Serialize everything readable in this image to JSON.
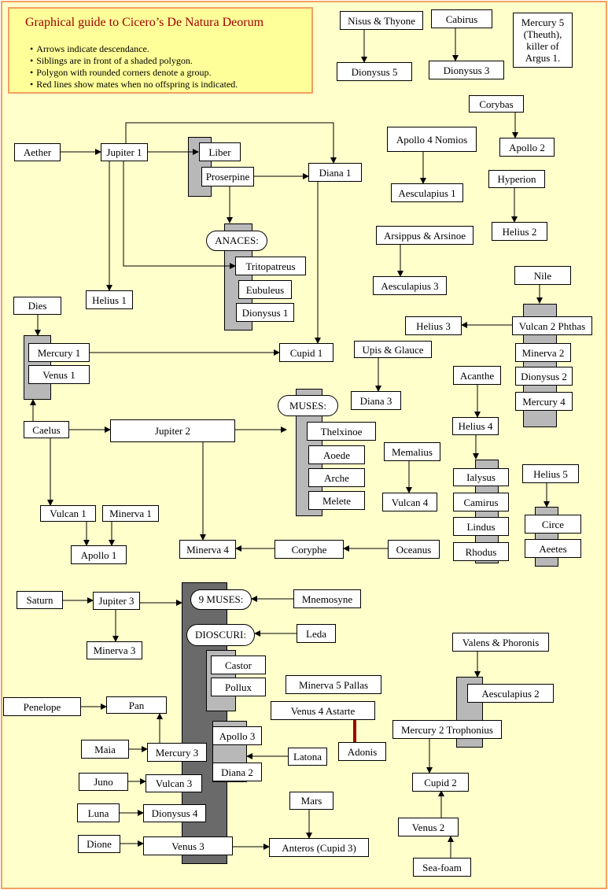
{
  "title": "Graphical guide to Cicero’s De Natura Deorum",
  "legend": [
    "Arrows indicate descendance.",
    "Siblings are in front of a shaded polygon.",
    "Polygon with rounded corners denote a group.",
    "Red lines show mates when no offspring is indicated."
  ],
  "nodes": [
    {
      "id": "nisus_thyone",
      "label": "Nisus & Thyone"
    },
    {
      "id": "dionysus5",
      "label": "Dionysus 5"
    },
    {
      "id": "cabirus",
      "label": "Cabirus"
    },
    {
      "id": "dionysus3",
      "label": "Dionysus 3"
    },
    {
      "id": "mercury5",
      "label": "Mercury 5 (Theuth), killer of Argus 1."
    },
    {
      "id": "aether",
      "label": "Aether"
    },
    {
      "id": "jupiter1",
      "label": "Jupiter 1"
    },
    {
      "id": "liber",
      "label": "Liber"
    },
    {
      "id": "proserpine",
      "label": "Proserpine"
    },
    {
      "id": "diana1",
      "label": "Diana 1"
    },
    {
      "id": "tritopatreus",
      "label": "Tritopatreus"
    },
    {
      "id": "eubuleus",
      "label": "Eubuleus"
    },
    {
      "id": "dionysus1",
      "label": "Dionysus 1"
    },
    {
      "id": "helius1",
      "label": "Helius 1"
    },
    {
      "id": "dies",
      "label": "Dies"
    },
    {
      "id": "mercury1",
      "label": "Mercury 1"
    },
    {
      "id": "venus1",
      "label": "Venus 1"
    },
    {
      "id": "cupid1",
      "label": "Cupid 1"
    },
    {
      "id": "caelus",
      "label": "Caelus"
    },
    {
      "id": "jupiter2",
      "label": "Jupiter 2"
    },
    {
      "id": "thelxinoe",
      "label": "Thelxinoe"
    },
    {
      "id": "aoede",
      "label": "Aoede"
    },
    {
      "id": "arche",
      "label": "Arche"
    },
    {
      "id": "melete",
      "label": "Melete"
    },
    {
      "id": "vulcan1",
      "label": "Vulcan 1"
    },
    {
      "id": "minerva1",
      "label": "Minerva 1"
    },
    {
      "id": "apollo1",
      "label": "Apollo 1"
    },
    {
      "id": "minerva4",
      "label": "Minerva 4"
    },
    {
      "id": "coryphe",
      "label": "Coryphe"
    },
    {
      "id": "oceanus",
      "label": "Oceanus"
    },
    {
      "id": "corybas",
      "label": "Corybas"
    },
    {
      "id": "apollo2",
      "label": "Apollo 2"
    },
    {
      "id": "apollo4",
      "label": "Apollo 4 Nomios"
    },
    {
      "id": "aesculapius1",
      "label": "Aesculapius 1"
    },
    {
      "id": "hyperion",
      "label": "Hyperion"
    },
    {
      "id": "helius2",
      "label": "Helius 2"
    },
    {
      "id": "arsippus",
      "label": "Arsippus & Arsinoe"
    },
    {
      "id": "aesculapius3",
      "label": "Aesculapius 3"
    },
    {
      "id": "nile",
      "label": "Nile"
    },
    {
      "id": "helius3",
      "label": "Helius 3"
    },
    {
      "id": "vulcan2",
      "label": "Vulcan 2 Phthas"
    },
    {
      "id": "minerva2",
      "label": "Minerva 2"
    },
    {
      "id": "dionysus2",
      "label": "Dionysus 2"
    },
    {
      "id": "mercury4",
      "label": "Mercury 4"
    },
    {
      "id": "upis_glauce",
      "label": "Upis & Glauce"
    },
    {
      "id": "diana3",
      "label": "Diana 3"
    },
    {
      "id": "acanthe",
      "label": "Acanthe"
    },
    {
      "id": "helius4",
      "label": "Helius 4"
    },
    {
      "id": "ialysus",
      "label": "Ialysus"
    },
    {
      "id": "camirus",
      "label": "Camirus"
    },
    {
      "id": "lindus",
      "label": "Lindus"
    },
    {
      "id": "rhodus",
      "label": "Rhodus"
    },
    {
      "id": "memalius",
      "label": "Memalius"
    },
    {
      "id": "vulcan4",
      "label": "Vulcan 4"
    },
    {
      "id": "helius5",
      "label": "Helius 5"
    },
    {
      "id": "circe",
      "label": "Circe"
    },
    {
      "id": "aeetes",
      "label": "Aeetes"
    },
    {
      "id": "saturn",
      "label": "Saturn"
    },
    {
      "id": "jupiter3",
      "label": "Jupiter 3"
    },
    {
      "id": "minerva3",
      "label": "Minerva 3"
    },
    {
      "id": "mnemosyne",
      "label": "Mnemosyne"
    },
    {
      "id": "leda",
      "label": "Leda"
    },
    {
      "id": "castor",
      "label": "Castor"
    },
    {
      "id": "pollux",
      "label": "Pollux"
    },
    {
      "id": "minerva5",
      "label": "Minerva 5 Pallas"
    },
    {
      "id": "venus4",
      "label": "Venus 4 Astarte"
    },
    {
      "id": "adonis",
      "label": "Adonis"
    },
    {
      "id": "penelope",
      "label": "Penelope"
    },
    {
      "id": "pan",
      "label": "Pan"
    },
    {
      "id": "maia",
      "label": "Maia"
    },
    {
      "id": "mercury3",
      "label": "Mercury 3"
    },
    {
      "id": "apollo3",
      "label": "Apollo 3"
    },
    {
      "id": "diana2",
      "label": "Diana 2"
    },
    {
      "id": "latona",
      "label": "Latona"
    },
    {
      "id": "juno",
      "label": "Juno"
    },
    {
      "id": "vulcan3",
      "label": "Vulcan 3"
    },
    {
      "id": "luna",
      "label": "Luna"
    },
    {
      "id": "dionysus4",
      "label": "Dionysus 4"
    },
    {
      "id": "dione",
      "label": "Dione"
    },
    {
      "id": "venus3",
      "label": "Venus 3"
    },
    {
      "id": "mars",
      "label": "Mars"
    },
    {
      "id": "anteros",
      "label": "Anteros (Cupid 3)"
    },
    {
      "id": "valens",
      "label": "Valens & Phoronis"
    },
    {
      "id": "aesculapius2",
      "label": "Aesculapius 2"
    },
    {
      "id": "mercury2",
      "label": "Mercury 2 Trophonius"
    },
    {
      "id": "cupid2",
      "label": "Cupid 2"
    },
    {
      "id": "venus2",
      "label": "Venus 2"
    },
    {
      "id": "seafoam",
      "label": "Sea-foam"
    }
  ],
  "groups": [
    {
      "id": "anaces",
      "label": "ANACES:"
    },
    {
      "id": "muses",
      "label": "MUSES:"
    },
    {
      "id": "nine_muses",
      "label": "9 MUSES:"
    },
    {
      "id": "dioscuri",
      "label": "DIOSCURI:"
    }
  ],
  "edges": [
    {
      "from": "nisus_thyone",
      "to": "dionysus5",
      "type": "descent"
    },
    {
      "from": "cabirus",
      "to": "dionysus3",
      "type": "descent"
    },
    {
      "from": "aether",
      "to": "jupiter1",
      "type": "descent"
    },
    {
      "from": "jupiter1",
      "to": "liber",
      "type": "descent"
    },
    {
      "from": "jupiter1",
      "to": "diana1",
      "type": "descent"
    },
    {
      "from": "proserpine",
      "to": "diana1",
      "type": "descent"
    },
    {
      "from": "proserpine",
      "to": "anaces",
      "type": "descent"
    },
    {
      "from": "jupiter1",
      "to": "tritopatreus",
      "type": "descent"
    },
    {
      "from": "jupiter1",
      "to": "helius1",
      "type": "descent"
    },
    {
      "from": "diana1",
      "to": "cupid1",
      "type": "descent"
    },
    {
      "from": "mercury1",
      "to": "cupid1",
      "type": "descent"
    },
    {
      "from": "dies",
      "to": "mercury1",
      "type": "descent"
    },
    {
      "from": "caelus",
      "to": "mercury1",
      "type": "descent"
    },
    {
      "from": "caelus",
      "to": "jupiter2",
      "type": "descent"
    },
    {
      "from": "jupiter2",
      "to": "muses",
      "type": "descent"
    },
    {
      "from": "jupiter2",
      "to": "minerva4",
      "type": "descent"
    },
    {
      "from": "caelus",
      "to": "vulcan1",
      "type": "descent"
    },
    {
      "from": "vulcan1",
      "to": "apollo1",
      "type": "descent"
    },
    {
      "from": "minerva1",
      "to": "apollo1",
      "type": "descent"
    },
    {
      "from": "coryphe",
      "to": "minerva4",
      "type": "descent"
    },
    {
      "from": "oceanus",
      "to": "coryphe",
      "type": "descent"
    },
    {
      "from": "corybas",
      "to": "apollo2",
      "type": "descent"
    },
    {
      "from": "apollo4",
      "to": "aesculapius1",
      "type": "descent"
    },
    {
      "from": "hyperion",
      "to": "helius2",
      "type": "descent"
    },
    {
      "from": "arsippus",
      "to": "aesculapius3",
      "type": "descent"
    },
    {
      "from": "nile",
      "to": "vulcan2",
      "type": "descent"
    },
    {
      "from": "vulcan2",
      "to": "helius3",
      "type": "descent"
    },
    {
      "from": "upis_glauce",
      "to": "diana3",
      "type": "descent"
    },
    {
      "from": "acanthe",
      "to": "helius4",
      "type": "descent"
    },
    {
      "from": "helius4",
      "to": "ialysus",
      "type": "descent"
    },
    {
      "from": "memalius",
      "to": "vulcan4",
      "type": "descent"
    },
    {
      "from": "helius5",
      "to": "circe",
      "type": "descent"
    },
    {
      "from": "saturn",
      "to": "jupiter3",
      "type": "descent"
    },
    {
      "from": "jupiter3",
      "to": "nine_muses",
      "type": "descent"
    },
    {
      "from": "jupiter3",
      "to": "minerva3",
      "type": "descent"
    },
    {
      "from": "mnemosyne",
      "to": "nine_muses",
      "type": "descent"
    },
    {
      "from": "leda",
      "to": "dioscuri",
      "type": "descent"
    },
    {
      "from": "penelope",
      "to": "pan",
      "type": "descent"
    },
    {
      "from": "mercury3",
      "to": "pan",
      "type": "descent"
    },
    {
      "from": "maia",
      "to": "mercury3",
      "type": "descent"
    },
    {
      "from": "latona",
      "to": "diana2",
      "type": "descent"
    },
    {
      "from": "juno",
      "to": "vulcan3",
      "type": "descent"
    },
    {
      "from": "luna",
      "to": "dionysus4",
      "type": "descent"
    },
    {
      "from": "dione",
      "to": "venus3",
      "type": "descent"
    },
    {
      "from": "venus3",
      "to": "anteros",
      "type": "descent"
    },
    {
      "from": "mars",
      "to": "anteros",
      "type": "descent"
    },
    {
      "from": "venus4",
      "to": "adonis",
      "type": "mate"
    },
    {
      "from": "valens",
      "to": "aesculapius2",
      "type": "descent"
    },
    {
      "from": "mercury2",
      "to": "cupid2",
      "type": "descent"
    },
    {
      "from": "venus2",
      "to": "cupid2",
      "type": "descent"
    },
    {
      "from": "seafoam",
      "to": "venus2",
      "type": "descent"
    }
  ],
  "colors": {
    "background": "#ffffcc",
    "legend_bg": "#ffff99",
    "border": "#f4a060",
    "title": "#a00000",
    "sibling_bar": "#b8b8b8",
    "dark_bar": "#6a6a6a",
    "mate_line": "#a00000"
  }
}
